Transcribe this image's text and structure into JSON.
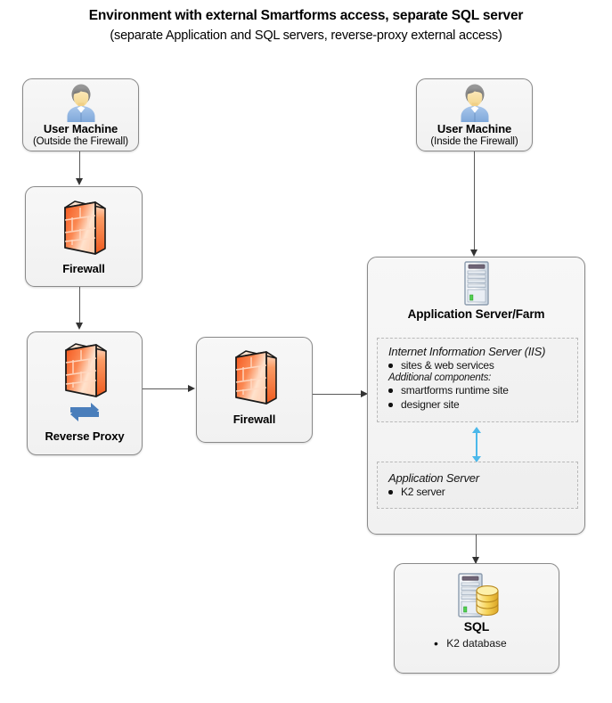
{
  "diagram": {
    "title": "Environment with external Smartforms access, separate SQL server",
    "subtitle": "(separate Application and SQL servers, reverse-proxy external access)"
  },
  "nodes": {
    "user_outside": {
      "label": "User Machine",
      "sublabel": "(Outside the Firewall)",
      "icon": "user-icon"
    },
    "firewall_outer": {
      "label": "Firewall",
      "icon": "firewall-brick-icon"
    },
    "reverse_proxy": {
      "label": "Reverse Proxy",
      "icon": "firewall-brick-icon",
      "icon_secondary": "exchange-arrows-icon"
    },
    "firewall_inner": {
      "label": "Firewall",
      "icon": "firewall-brick-icon"
    },
    "user_inside": {
      "label": "User Machine",
      "sublabel": "(Inside the Firewall)",
      "icon": "user-icon"
    },
    "app_server": {
      "label": "Application Server/Farm",
      "icon": "server-tower-icon",
      "sections": [
        {
          "heading": "Internet Information Server (IIS)",
          "bullets": [
            "sites  & web services"
          ],
          "subheading": "Additional components:",
          "extra_bullets": [
            "smartforms runtime site",
            "designer site"
          ]
        },
        {
          "heading": "Application Server",
          "bullets": [
            "K2 server"
          ]
        }
      ]
    },
    "sql": {
      "label": "SQL",
      "icon": "server-database-icon",
      "bullets": [
        "K2 database"
      ]
    }
  },
  "colors": {
    "brick_orange": "#f4622a",
    "brick_light": "#ffd9c2",
    "accent_blue": "#4bb8ea",
    "proxy_blue": "#4a7ebb",
    "box_fill": "#f3f3f3",
    "box_border": "#8a8a8a",
    "connector": "#595959",
    "db_gold": "#f2cc4f"
  }
}
